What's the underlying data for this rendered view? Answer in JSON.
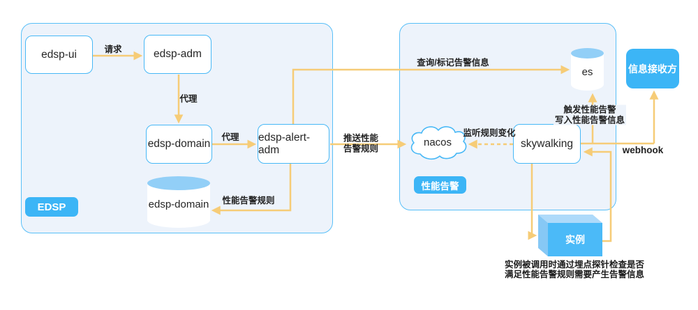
{
  "panels": {
    "edsp_badge": "EDSP",
    "alert_badge": "性能告警"
  },
  "nodes": {
    "edsp_ui": "edsp-ui",
    "edsp_adm": "edsp-adm",
    "edsp_domain": "edsp-domain",
    "edsp_alert_adm": "edsp-alert-adm",
    "edsp_domain_db": "edsp-domain",
    "nacos": "nacos",
    "skywalking": "skywalking",
    "es": "es",
    "receiver": "信息接收方",
    "instance": "实例"
  },
  "edges": {
    "request": "请求",
    "proxy_down": "代理",
    "proxy_right": "代理",
    "perf_rule": "性能告警规则",
    "query_mark": "查询/标记告警信息",
    "push_l1": "推送性能",
    "push_l2": "告警规则",
    "listen": "监听规则变化",
    "trigger_l1": "触发性能告警",
    "trigger_l2": "写入性能告警信息",
    "webhook": "webhook"
  },
  "caption": {
    "l1": "实例被调用时通过埋点探针检查是否",
    "l2": "满足性能告警规则需要产生告警信息"
  },
  "colors": {
    "accent": "#3cb5f6",
    "panel_border": "#58bff8",
    "panel_fill": "#edf3fb",
    "node_border": "#47b8f6",
    "arrow": "#f6cc77",
    "cylinder_cap": "#92cff7",
    "instance_front": "#4bbaf8",
    "instance_top": "#aedafa",
    "instance_side": "#86c8f5"
  }
}
